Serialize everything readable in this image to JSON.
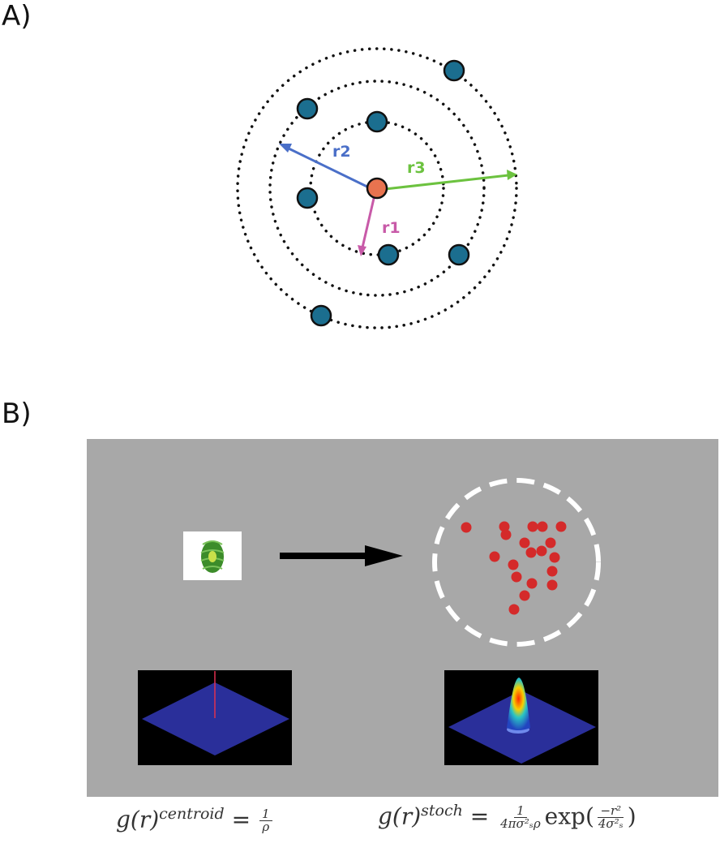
{
  "panel_a": {
    "label": "A)",
    "radii_labels": {
      "r1": "r1",
      "r2": "r2",
      "r3": "r3"
    },
    "colors": {
      "center_particle": "#e8734f",
      "neighbor_particle": "#1b6e8f",
      "r1": "#c85aa8",
      "r2": "#4a6fc8",
      "r3": "#6cc23f"
    }
  },
  "panel_b": {
    "label": "B)",
    "colors": {
      "background": "#a8a8a8",
      "localization": "#d42a2a",
      "circle": "#ffffff",
      "surface": "#2a2f9a"
    },
    "equations": {
      "centroid": {
        "lhs": "g(r)",
        "sup": "centroid",
        "num": "1",
        "den": "ρ"
      },
      "stoch": {
        "lhs": "g(r)",
        "sup": "stoch",
        "num": "1",
        "den": "4πσ²ₛρ",
        "fn": "exp",
        "arg_num": "−r²",
        "arg_den": "4σ²ₛ"
      }
    }
  }
}
